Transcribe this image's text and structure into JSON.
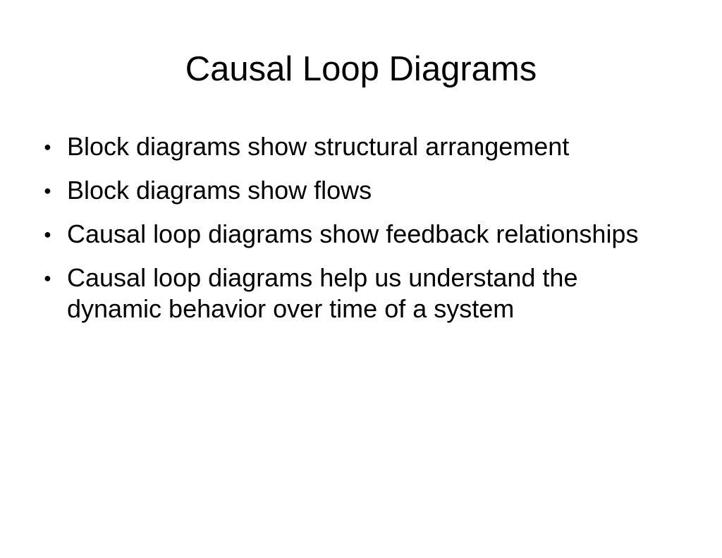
{
  "slide": {
    "title": "Causal Loop Diagrams",
    "bullet_glyph": "●",
    "bullets": [
      "Block diagrams show structural arrangement",
      "Block diagrams show flows",
      "Causal loop diagrams show feedback relationships",
      "Causal loop diagrams help us understand the dynamic behavior over time of a system"
    ]
  }
}
